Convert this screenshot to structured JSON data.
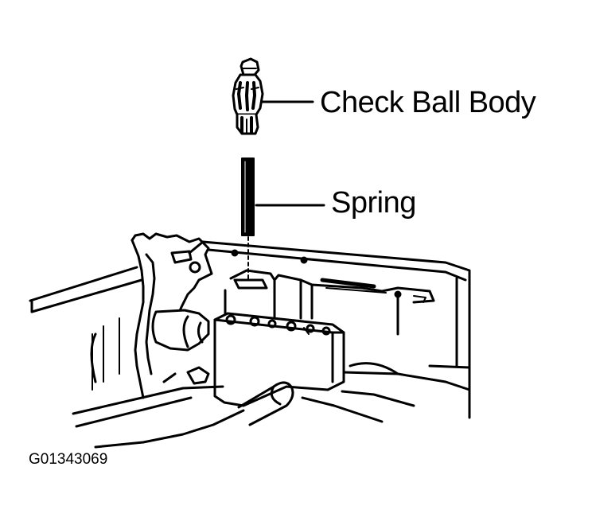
{
  "labels": {
    "check_ball_body": "Check Ball Body",
    "spring": "Spring"
  },
  "figure_id": "G01343069",
  "colors": {
    "ink": "#000000",
    "paper": "#ffffff"
  }
}
